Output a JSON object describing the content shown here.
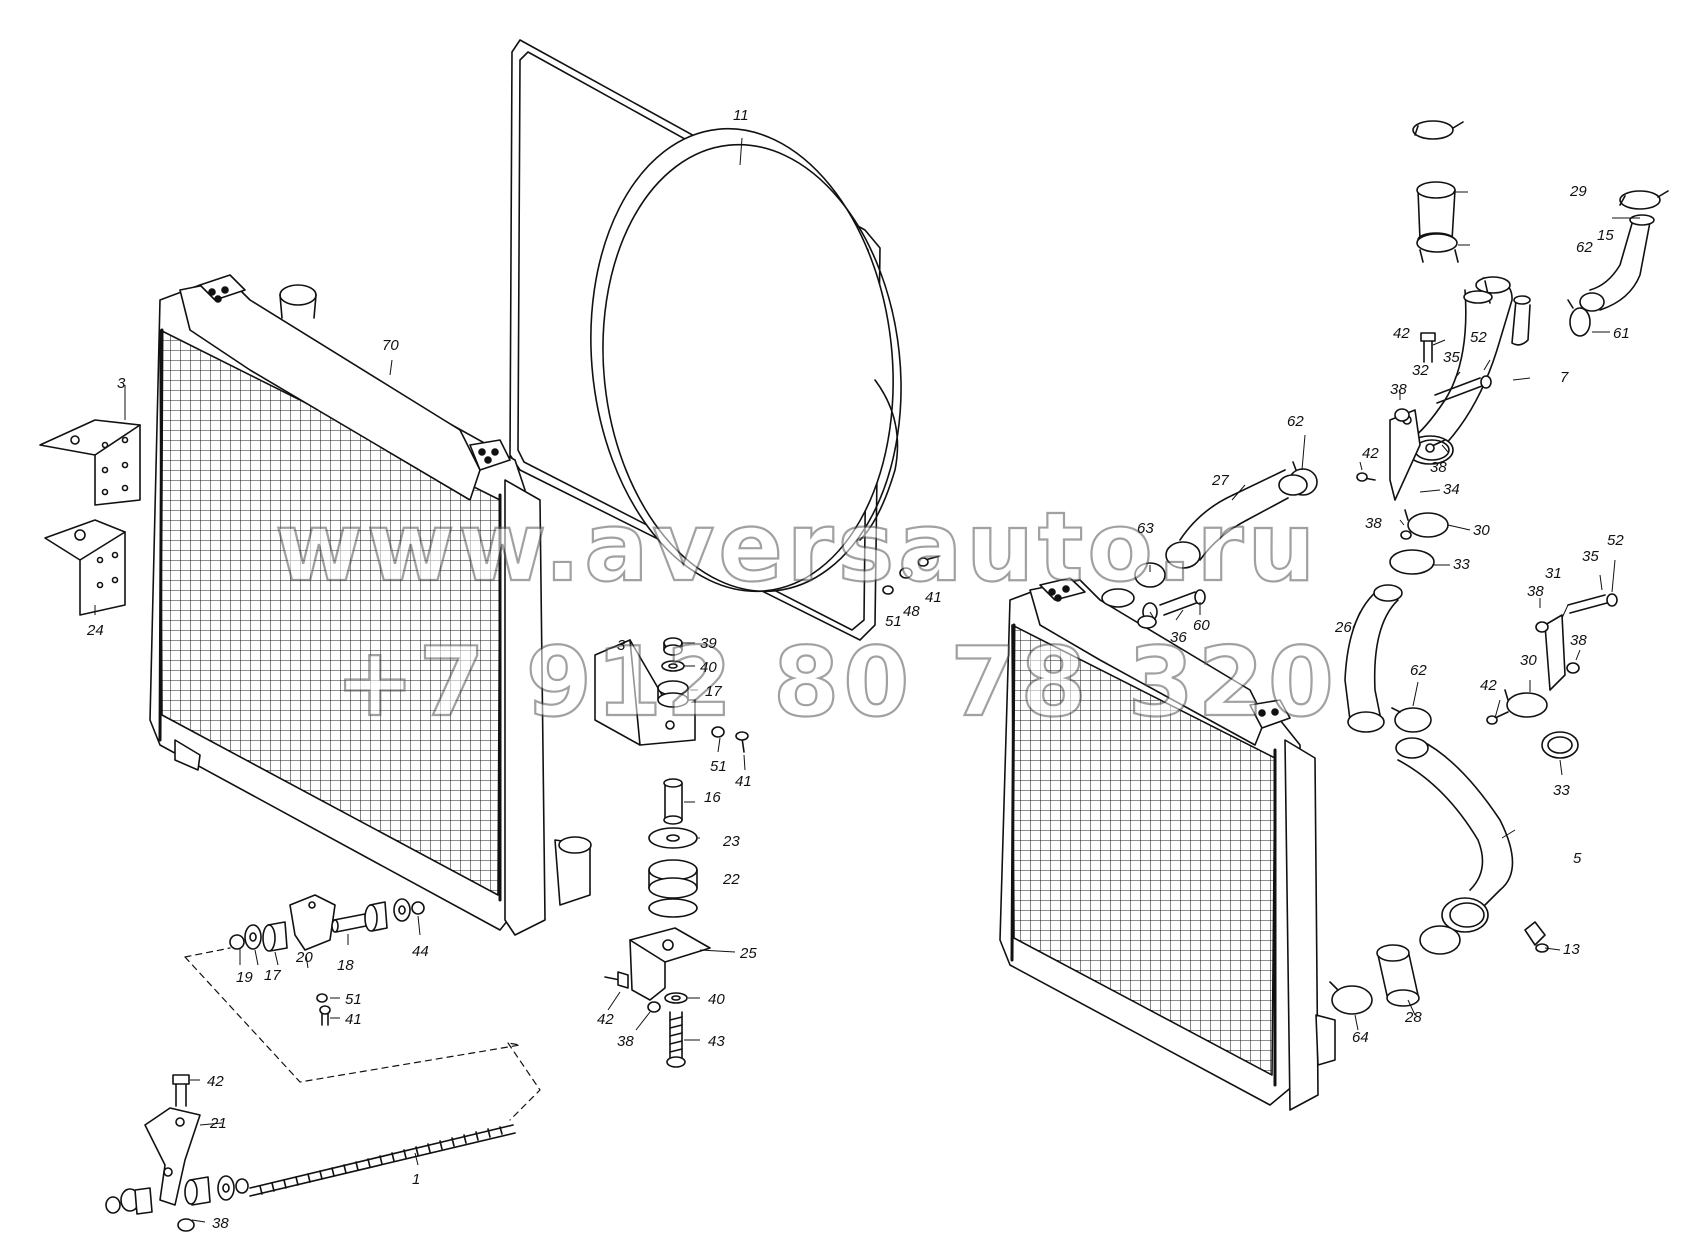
{
  "watermark": {
    "url": "www.aversauto.ru",
    "phone": "+7 912 80 78 320"
  },
  "callouts": {
    "c1": "1",
    "c3a": "3",
    "c3b": "3",
    "c5": "5",
    "c7": "7",
    "c11": "11",
    "c13": "13",
    "c15": "15",
    "c16": "16",
    "c17a": "17",
    "c17b": "17",
    "c18": "18",
    "c19": "19",
    "c20": "20",
    "c21": "21",
    "c22": "22",
    "c23": "23",
    "c24": "24",
    "c25": "25",
    "c26": "26",
    "c27": "27",
    "c28": "28",
    "c29": "29",
    "c30a": "30",
    "c30b": "30",
    "c31": "31",
    "c32": "32",
    "c33a": "33",
    "c33b": "33",
    "c34": "34",
    "c35a": "35",
    "c35b": "35",
    "c36": "36",
    "c38a": "38",
    "c38b": "38",
    "c38c": "38",
    "c38d": "38",
    "c38e": "38",
    "c38f": "38",
    "c38g": "38",
    "c39": "39",
    "c40a": "40",
    "c40b": "40",
    "c41a": "41",
    "c41b": "41",
    "c41c": "41",
    "c42a": "42",
    "c42b": "42",
    "c42c": "42",
    "c42d": "42",
    "c42e": "42",
    "c43": "43",
    "c44": "44",
    "c48": "48",
    "c51a": "51",
    "c51b": "51",
    "c51c": "51",
    "c52a": "52",
    "c52b": "52",
    "c60": "60",
    "c61": "61",
    "c62a": "62",
    "c62b": "62",
    "c62c": "62",
    "c63": "63",
    "c64": "64",
    "c70": "70"
  }
}
